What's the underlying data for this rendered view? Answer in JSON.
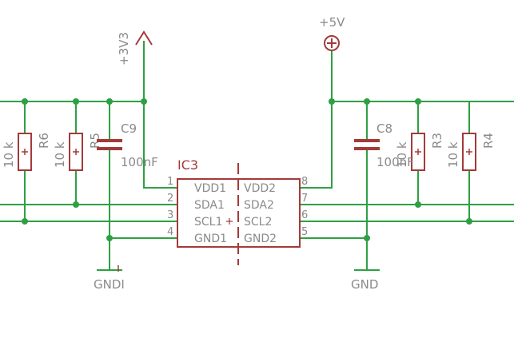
{
  "colors": {
    "wire": "#2ea043",
    "symbol": "#a33a3a",
    "label": "#8a8a8a",
    "background": "#ffffff"
  },
  "power": {
    "v3v3": "+3V3",
    "v5v": "+5V",
    "gnd_left": "GNDI",
    "gnd_right": "GND"
  },
  "ic": {
    "name": "IC3",
    "left_pins": [
      {
        "num": "1",
        "label": "VDD1"
      },
      {
        "num": "2",
        "label": "SDA1"
      },
      {
        "num": "3",
        "label": "SCL1"
      },
      {
        "num": "4",
        "label": "GND1"
      }
    ],
    "right_pins": [
      {
        "num": "8",
        "label": "VDD2"
      },
      {
        "num": "7",
        "label": "SDA2"
      },
      {
        "num": "6",
        "label": "SCL2"
      },
      {
        "num": "5",
        "label": "GND2"
      }
    ]
  },
  "resistors": [
    {
      "name": "R6",
      "value": "10 k"
    },
    {
      "name": "R5",
      "value": "10 k"
    },
    {
      "name": "R3",
      "value": "10 k"
    },
    {
      "name": "R4",
      "value": "10 k"
    }
  ],
  "capacitors": [
    {
      "name": "C9",
      "value": "100nF"
    },
    {
      "name": "C8",
      "value": "100nF"
    }
  ]
}
